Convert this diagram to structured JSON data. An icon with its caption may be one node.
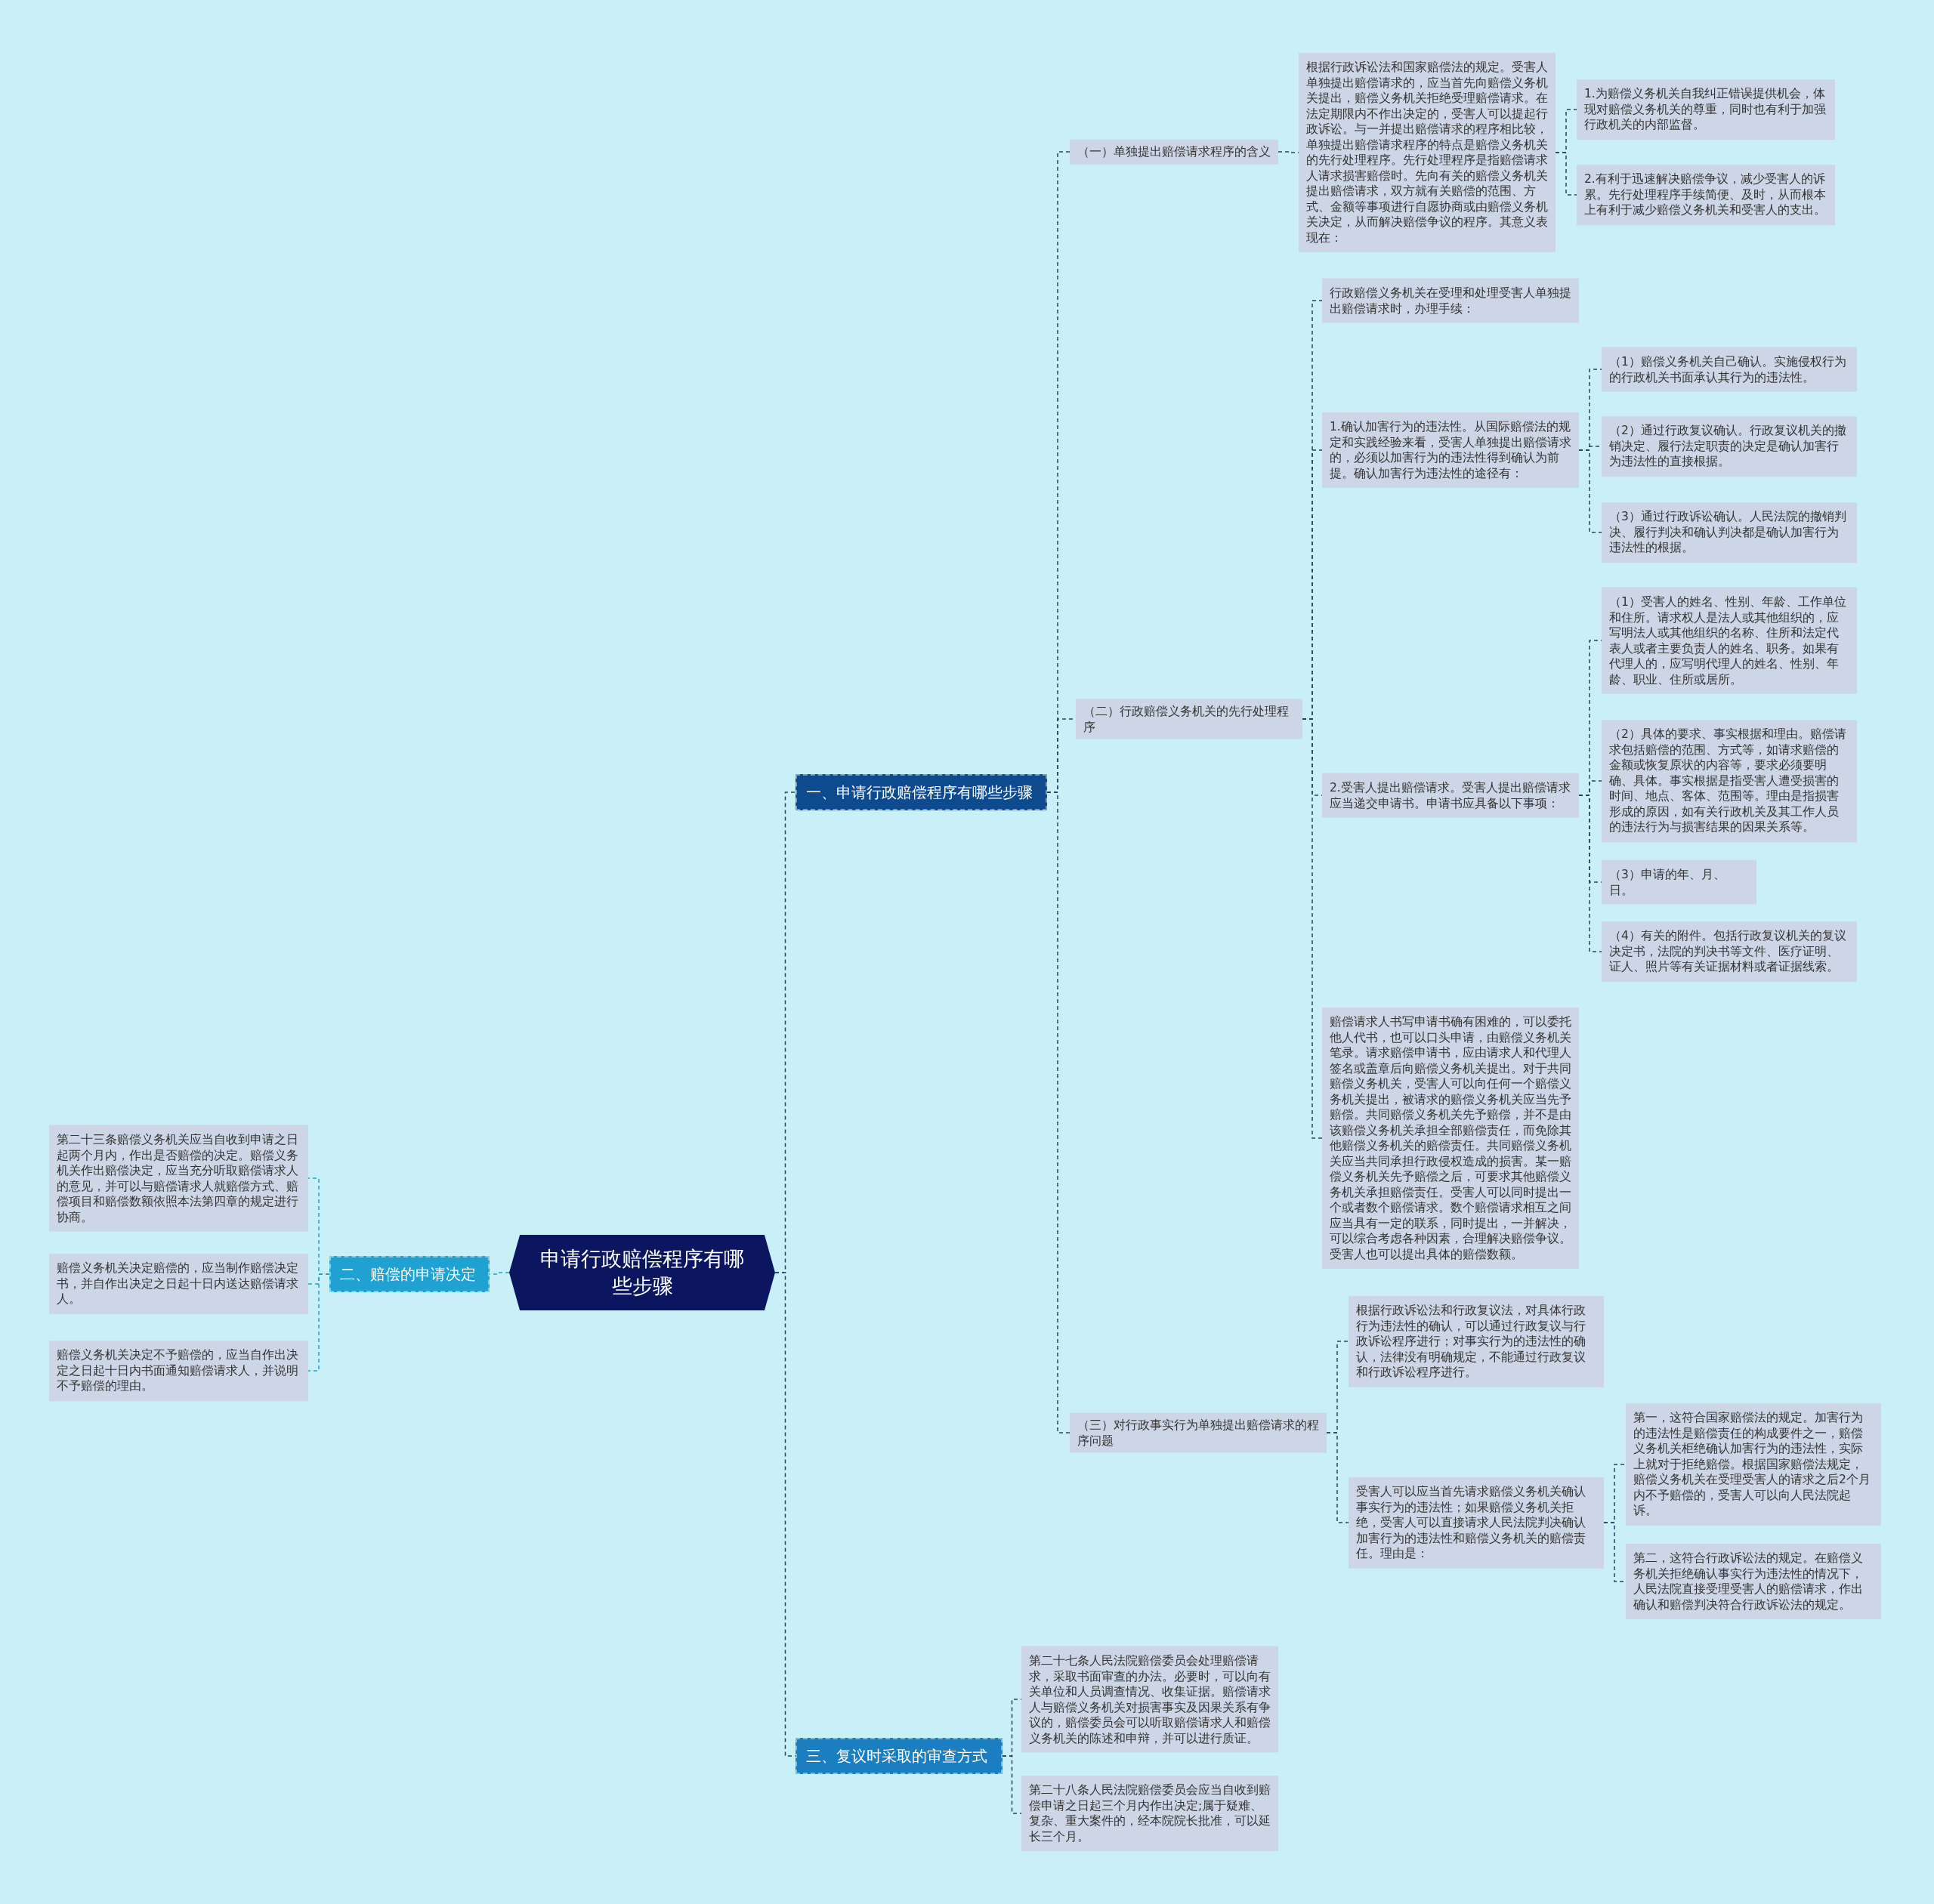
{
  "diagram": {
    "nodes": [
      {
        "text": [
          "申请行政赔偿程序有哪些步骤"
        ]
      },
      {
        "text": [
          "一、申请行政赔偿程序有哪些步骤"
        ]
      },
      {
        "text": [
          "（一）单独提出赔偿请求程序的含义"
        ]
      },
      {
        "text": [
          "根据行政诉讼法和国家赔偿法的规定。受害人单独提出赔偿请求的，应当首先向赔偿义务机关提出，赔偿义务机关拒绝受理赔偿请求。在法定期限内不作出决定的，受害人可以提起行政诉讼。与一并提出赔偿请求的程序相比较，单独提出赔偿请求程序的特点是赔偿义务机关的先行处理程序。先行处理程序是指赔偿请求人请求损害赔偿时。先向有关的赔偿义务机关提出赔偿请求，双方就有关赔偿的范围、方式、金额等事项进行自愿协商或由赔偿义务机关决定，从而解决赔偿争议的程序。其意义表现在："
        ]
      },
      {
        "text": [
          "1.为赔偿义务机关自我纠正错误提供机会，体现对赔偿义务机关的尊重，同时也有利于加强行政机关的内部监督。"
        ]
      },
      {
        "text": [
          "2.有利于迅速解决赔偿争议，减少受害人的诉累。先行处理程序手续简便、及时，从而根本上有利于减少赔偿义务机关和受害人的支出。"
        ]
      },
      {
        "text": [
          "（二）行政赔偿义务机关的先行处理程序"
        ]
      },
      {
        "text": [
          "行政赔偿义务机关在受理和处理受害人单独提出赔偿请求时，办理手续："
        ]
      },
      {
        "text": [
          "1.确认加害行为的违法性。从国际赔偿法的规定和实践经验来看，受害人单独提出赔偿请求的，必须以加害行为的违法性得到确认为前提。确认加害行为违法性的途径有："
        ]
      },
      {
        "text": [
          "（1）赔偿义务机关自己确认。实施侵权行为的行政机关书面承认其行为的违法性。"
        ]
      },
      {
        "text": [
          "（2）通过行政复议确认。行政复议机关的撤销决定、履行法定职责的决定是确认加害行为违法性的直接根据。"
        ]
      },
      {
        "text": [
          "（3）通过行政诉讼确认。人民法院的撤销判决、履行判决和确认判决都是确认加害行为违法性的根据。"
        ]
      },
      {
        "text": [
          "2.受害人提出赔偿请求。受害人提出赔偿请求应当递交申请书。申请书应具备以下事项："
        ]
      },
      {
        "text": [
          "（1）受害人的姓名、性别、年龄、工作单位和住所。请求权人是法人或其他组织的，应写明法人或其他组织的名称、住所和法定代表人或者主要负责人的姓名、职务。如果有代理人的，应写明代理人的姓名、性别、年龄、职业、住所或居所。"
        ]
      },
      {
        "text": [
          "（2）具体的要求、事实根据和理由。赔偿请求包括赔偿的范围、方式等，如请求赔偿的金额或恢复原状的内容等，要求必须要明确、具体。事实根据是指受害人遭受损害的时间、地点、客体、范围等。理由是指损害形成的原因，如有关行政机关及其工作人员的违法行为与损害结果的因果关系等。"
        ]
      },
      {
        "text": [
          "（3）申请的年、月、日。"
        ]
      },
      {
        "text": [
          "（4）有关的附件。包括行政复议机关的复议决定书，法院的判决书等文件、医疗证明、证人、照片等有关证据材料或者证据线索。"
        ]
      },
      {
        "text": [
          "赔偿请求人书写申请书确有困难的，可以委托他人代书，也可以口头申请，由赔偿义务机关笔录。请求赔偿申请书，应由请求人和代理人签名或盖章后向赔偿义务机关提出。对于共同赔偿义务机关，受害人可以向任何一个赔偿义务机关提出，被请求的赔偿义务机关应当先予赔偿。共同赔偿义务机关先予赔偿，并不是由该赔偿义务机关承担全部赔偿责任，而免除其他赔偿义务机关的赔偿责任。共同赔偿义务机关应当共同承担行政侵权造成的损害。某一赔偿义务机关先予赔偿之后，可要求其他赔偿义务机关承担赔偿责任。受害人可以同时提出一个或者数个赔偿请求。数个赔偿请求相互之间应当具有一定的联系，同时提出，一并解决，可以综合考虑各种因素，合理解决赔偿争议。受害人也可以提出具体的赔偿数额。"
        ]
      },
      {
        "text": [
          "（三）对行政事实行为单独提出赔偿请求的程序问题"
        ]
      },
      {
        "text": [
          "根据行政诉讼法和行政复议法，对具体行政行为违法性的确认，可以通过行政复议与行政诉讼程序进行；对事实行为的违法性的确认，法律没有明确规定，不能通过行政复议和行政诉讼程序进行。"
        ]
      },
      {
        "text": [
          "受害人可以应当首先请求赔偿义务机关确认事实行为的违法性；如果赔偿义务机关拒绝，受害人可以直接请求人民法院判决确认加害行为的违法性和赔偿义务机关的赔偿责任。理由是："
        ]
      },
      {
        "text": [
          "第一，这符合国家赔偿法的规定。加害行为的违法性是赔偿责任的构成要件之一，赔偿义务机关柜绝确认加害行为的违法性，实际上就对于拒绝赔偿。根据国家赔偿法规定，赔偿义务机关在受理受害人的请求之后2个月内不予赔偿的，受害人可以向人民法院起诉。"
        ]
      },
      {
        "text": [
          "第二，这符合行政诉讼法的规定。在赔偿义务机关拒绝确认事实行为违法性的情况下，人民法院直接受理受害人的赔偿请求，作出确认和赔偿判决符合行政诉讼法的规定。"
        ]
      },
      {
        "text": [
          "三、复议时采取的审查方式"
        ]
      },
      {
        "text": [
          "第二十七条人民法院赔偿委员会处理赔偿请求，采取书面审查的办法。必要时，可以向有关单位和人员调查情况、收集证据。赔偿请求人与赔偿义务机关对损害事实及因果关系有争议的，赔偿委员会可以听取赔偿请求人和赔偿义务机关的陈述和申辩，并可以进行质证。"
        ]
      },
      {
        "text": [
          "第二十八条人民法院赔偿委员会应当自收到赔偿申请之日起三个月内作出决定;属于疑难、复杂、重大案件的，经本院院长批准，可以延长三个月。"
        ]
      },
      {
        "text": [
          "二、赔偿的申请决定"
        ]
      },
      {
        "text": [
          "第二十三条赔偿义务机关应当自收到申请之日起两个月内，作出是否赔偿的决定。赔偿义务机关作出赔偿决定，应当充分听取赔偿请求人的意见，并可以与赔偿请求人就赔偿方式、赔偿项目和赔偿数额依照本法第四章的规定进行协商。"
        ]
      },
      {
        "text": [
          "赔偿义务机关决定赔偿的，应当制作赔偿决定书，并自作出决定之日起十日内送达赔偿请求人。"
        ]
      },
      {
        "text": [
          "赔偿义务机关决定不予赔偿的，应当自作出决定之日起十日内书面通知赔偿请求人，并说明不予赔偿的理由。"
        ]
      }
    ],
    "edges": [
      {
        "from": 0,
        "to": 1,
        "arrow": "none"
      },
      {
        "from": 1,
        "to": 2,
        "arrow": "none"
      },
      {
        "from": 2,
        "to": 3,
        "arrow": "none"
      },
      {
        "from": 3,
        "to": 4,
        "arrow": "none"
      },
      {
        "from": 3,
        "to": 5,
        "arrow": "none"
      },
      {
        "from": 1,
        "to": 6,
        "arrow": "none"
      },
      {
        "from": 6,
        "to": 7,
        "arrow": "none"
      },
      {
        "from": 6,
        "to": 8,
        "arrow": "none"
      },
      {
        "from": 8,
        "to": 9,
        "arrow": "none"
      },
      {
        "from": 8,
        "to": 10,
        "arrow": "none"
      },
      {
        "from": 8,
        "to": 11,
        "arrow": "none"
      },
      {
        "from": 6,
        "to": 12,
        "arrow": "none"
      },
      {
        "from": 12,
        "to": 13,
        "arrow": "none"
      },
      {
        "from": 12,
        "to": 14,
        "arrow": "none"
      },
      {
        "from": 12,
        "to": 15,
        "arrow": "none"
      },
      {
        "from": 12,
        "to": 16,
        "arrow": "none"
      },
      {
        "from": 6,
        "to": 17,
        "arrow": "none"
      },
      {
        "from": 1,
        "to": 18,
        "arrow": "none"
      },
      {
        "from": 18,
        "to": 19,
        "arrow": "none"
      },
      {
        "from": 18,
        "to": 20,
        "arrow": "none"
      },
      {
        "from": 20,
        "to": 21,
        "arrow": "none"
      },
      {
        "from": 20,
        "to": 22,
        "arrow": "none"
      },
      {
        "from": 0,
        "to": 23,
        "arrow": "none"
      },
      {
        "from": 23,
        "to": 24,
        "arrow": "none"
      },
      {
        "from": 23,
        "to": 25,
        "arrow": "none"
      },
      {
        "from": 0,
        "to": 26,
        "arrow": "none",
        "color": "#2a9cc8"
      },
      {
        "from": 26,
        "to": 27,
        "arrow": "none",
        "color": "#2a9cc8"
      },
      {
        "from": 26,
        "to": 28,
        "arrow": "none",
        "color": "#2a9cc8"
      },
      {
        "from": 26,
        "to": 29,
        "arrow": "none",
        "color": "#2a9cc8"
      }
    ]
  }
}
